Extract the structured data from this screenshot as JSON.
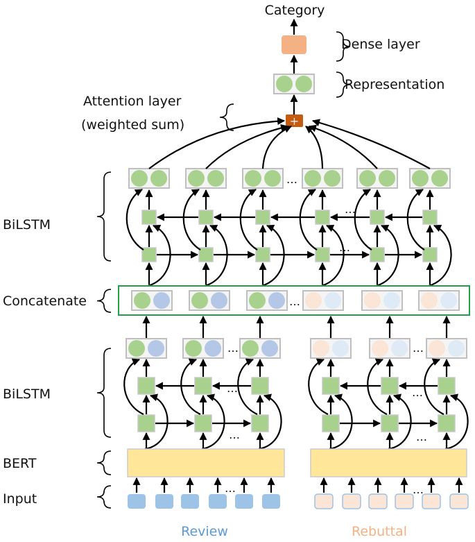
{
  "labels": {
    "category": "Category",
    "dense_layer": "Dense layer",
    "representation": "Representation",
    "attention_line1": "Attention layer",
    "attention_line2": "(weighted sum)",
    "bilstm_top": "BiLSTM",
    "concatenate": "Concatenate",
    "bilstm_bottom": "BiLSTM",
    "bert": "BERT",
    "input": "Input",
    "review": "Review",
    "rebuttal": "Rebuttal",
    "ellipsis": "…"
  },
  "colors": {
    "green_node": "#a9d18e",
    "blue_node": "#b4c7e7",
    "peach_node": "#fbe5d6",
    "light_blue_node": "#deebf7",
    "dense": "#f4b183",
    "attention": "#c55a11",
    "bert": "#ffe699",
    "review_input": "#9dc3e6",
    "rebuttal_input": "#fbe5d6",
    "concat_border": "#21a04a",
    "review_text": "#5b9bd5",
    "rebuttal_text": "#f4b183"
  }
}
